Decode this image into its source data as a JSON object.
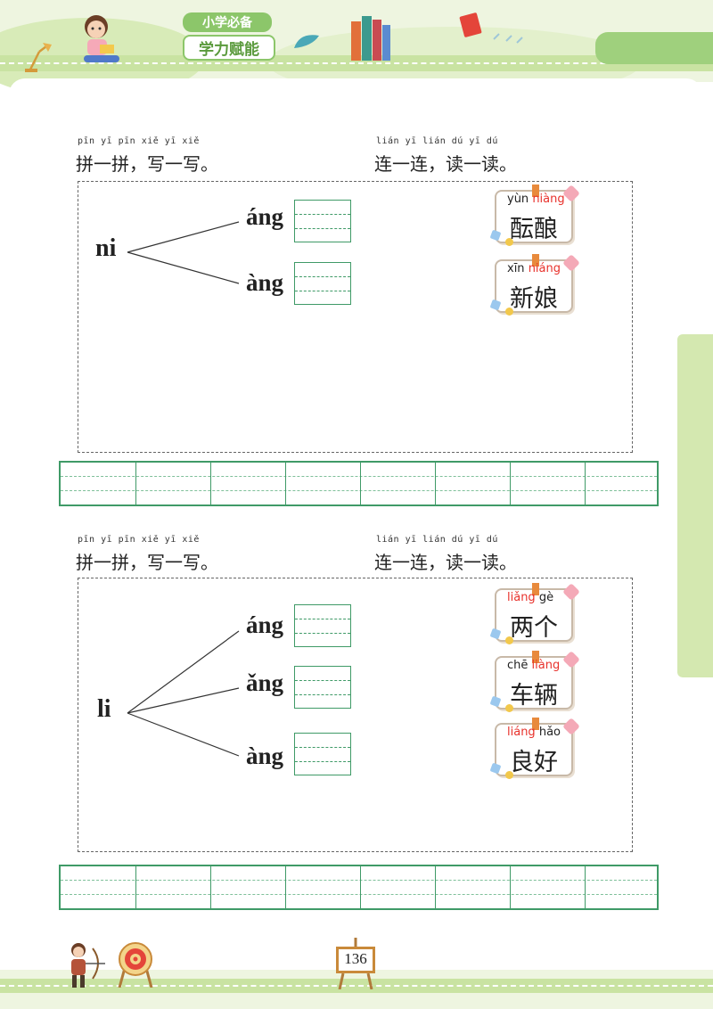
{
  "header": {
    "badge_line1": "小学必备",
    "badge_line2": "学力赋能"
  },
  "sections": [
    {
      "left_instruction": {
        "pinyin": "pīn yī pīn    xiě yī xiě",
        "text": "拼一拼，写一写。"
      },
      "right_instruction": {
        "pinyin": "lián yī lián    dú yī dú",
        "text": "连一连，读一读。"
      },
      "initial": "ni",
      "finals": [
        "áng",
        "àng"
      ],
      "cards": [
        {
          "py1": "yùn",
          "py2": "niàng",
          "chars": "酝酿"
        },
        {
          "py1": "xīn",
          "py2": "niáng",
          "chars": "新娘"
        }
      ]
    },
    {
      "left_instruction": {
        "pinyin": "pīn yī pīn    xiě yī xiě",
        "text": "拼一拼，写一写。"
      },
      "right_instruction": {
        "pinyin": "lián yī lián    dú yī dú",
        "text": "连一连，读一读。"
      },
      "initial": "li",
      "finals": [
        "áng",
        "ǎng",
        "àng"
      ],
      "cards": [
        {
          "py1": "liǎng",
          "py2": "gè",
          "chars": "两个"
        },
        {
          "py1": "chē",
          "py2": "liàng",
          "chars": "车辆"
        },
        {
          "py1": "liáng",
          "py2": "hǎo",
          "chars": "良好"
        }
      ]
    }
  ],
  "page_number": "136",
  "colors": {
    "green": "#3f9a67",
    "pinyin_red": "#e8322c",
    "band": "#c9e3a2"
  },
  "icons": [
    "girl-reading-icon",
    "desk-lamp-icon",
    "books-icon",
    "red-book-icon",
    "archer-icon",
    "target-icon",
    "easel-icon"
  ]
}
